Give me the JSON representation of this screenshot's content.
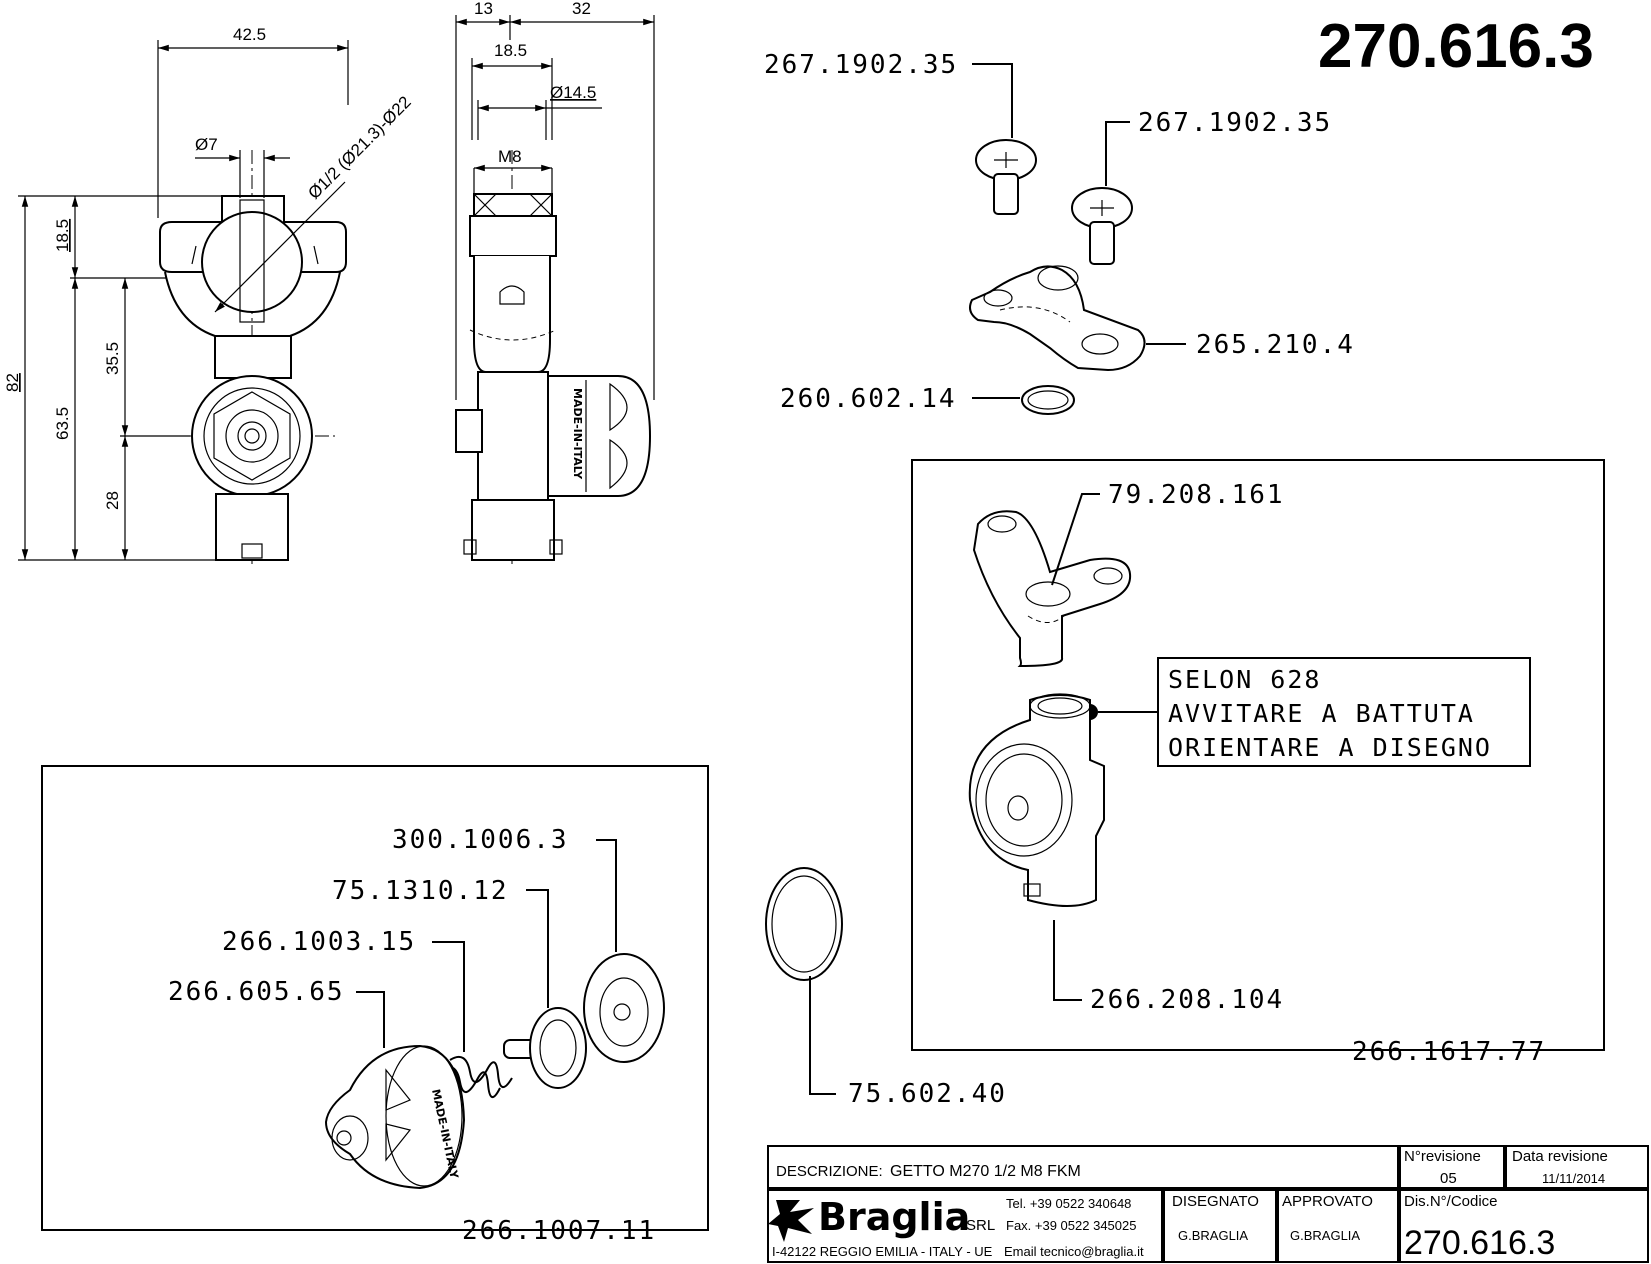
{
  "drawing_number": "270.616.3",
  "part_labels": {
    "screw_a": "267.1902.35",
    "screw_b": "267.1902.35",
    "clamp_top": "265.210.4",
    "oring_small": "260.602.14",
    "clamp_bottom": "79.208.161",
    "body": "266.208.104",
    "assembly": "266.1617.77",
    "oring_large": "75.602.40",
    "washer": "300.1006.3",
    "valve_stem": "75.1310.12",
    "spring": "266.1003.15",
    "cap_insert": "266.605.65",
    "cap_assembly": "266.1007.11"
  },
  "note": {
    "line1": "SELON 628",
    "line2": "AVVITARE A BATTUTA",
    "line3": "ORIENTARE A DISEGNO"
  },
  "dimensions": {
    "width_42_5": "42.5",
    "dia_7": "Ø7",
    "pipe_dia": "Ø1/2 (Ø21.3)-Ø22",
    "h_18_5": "18.5",
    "h_82": "82",
    "h_63_5": "63.5",
    "h_35_5": "35.5",
    "h_28": "28",
    "w_13": "13",
    "w_32": "32",
    "w_18_5": "18.5",
    "dia_14_5": "Ø14.5",
    "thread": "M8"
  },
  "part_marking": "MADE-IN-ITALY",
  "title_block": {
    "description_label": "DESCRIZIONE:",
    "description_value": "GETTO M270 1/2 M8 FKM",
    "revision_label": "N°revisione",
    "revision_value": "05",
    "rev_date_label": "Data revisione",
    "rev_date_value": "11/11/2014",
    "company_name": "Braglia",
    "company_suffix": "SRL",
    "tel": "Tel. +39 0522 340648",
    "fax": "Fax. +39 0522 345025",
    "address": "I-42122 REGGIO EMILIA - ITALY - UE",
    "email": "Email tecnico@braglia.it",
    "drawn_label": "DISEGNATO",
    "drawn_value": "G.BRAGLIA",
    "approved_label": "APPROVATO",
    "approved_value": "G.BRAGLIA",
    "code_label": "Dis.N°/Codice",
    "code_value": "270.616.3"
  }
}
